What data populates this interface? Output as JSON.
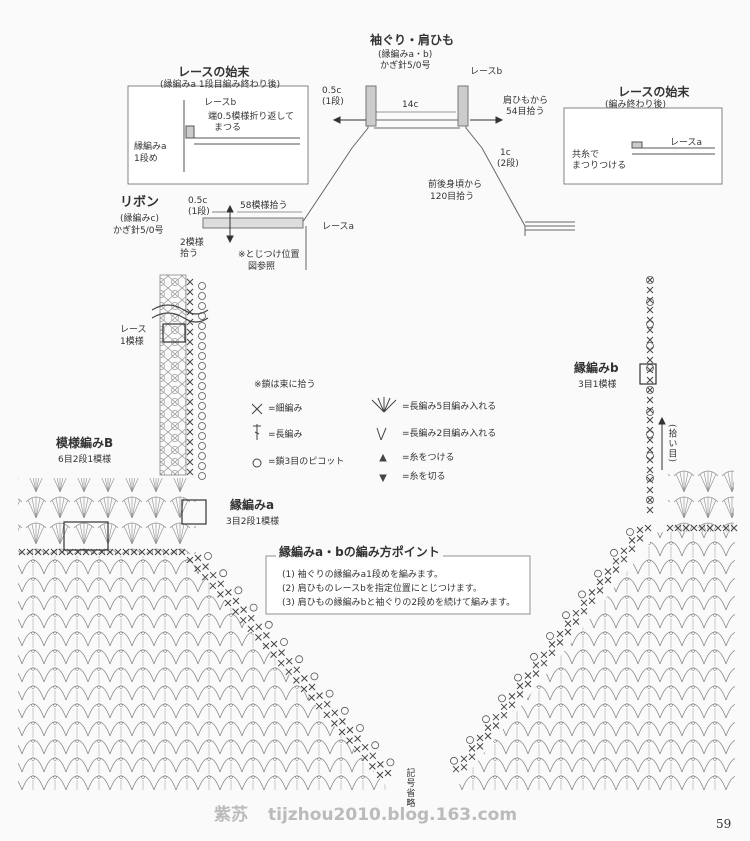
{
  "top": {
    "title": "袖ぐり・肩ひも",
    "sub1": "(縁編みa・b)",
    "sub2": "かぎ針5/0号",
    "lace_b": "レースb",
    "w_05": "0.5c",
    "w_1row": "(1段)",
    "width_14": "14c",
    "from_strap": "肩ひもから",
    "pick_54": "54目拾う",
    "c1": "1c",
    "c2row": "(2段)",
    "from_body": "前後身頃から",
    "pick_120": "120目拾う",
    "lace_a": "レースa"
  },
  "lace_end_left": {
    "title": "レースの始末",
    "sub": "(縁編みa 1段目編み終わり後)",
    "lace_b": "レースb",
    "fold1": "端0.5模様折り返して",
    "fold2": "まつる",
    "edge1": "縁編みa",
    "edge2": "1段め"
  },
  "lace_end_right": {
    "title": "レースの始末",
    "sub": "(編み終わり後)",
    "lace_a": "レースa",
    "sew1": "共糸で",
    "sew2": "まつりつける"
  },
  "ribbon": {
    "title": "リボン",
    "sub1": "(縁編みc)",
    "sub2": "かぎ針5/0号",
    "w_05": "0.5c",
    "w_1row": "(1段)",
    "pick_58": "58模様拾う",
    "pick2_1": "2模様",
    "pick2_2": "拾う",
    "attach1": "※とじつけ位置",
    "attach2": "図参照"
  },
  "legend": {
    "note": "※鎖は束に拾う",
    "sc": "=細編み",
    "dc": "=長編み",
    "picot": "=鎖3目のピコット",
    "dc5": "=長編み5目編み入れる",
    "dc2": "=長編み2目編み入れる",
    "join": "=糸をつける",
    "cut": "=糸を切る"
  },
  "chart": {
    "lace_label1": "レース",
    "lace_label2": "1模様",
    "pattern_b": "模様編みB",
    "pattern_b_sub": "6目2段1模様",
    "edge_a": "縁編みa",
    "edge_a_sub": "3目2段1模様",
    "edge_b": "縁編みb",
    "edge_b_sub": "3目1模様",
    "pick_side": "(拾い目)",
    "omit": "記号省略"
  },
  "points": {
    "title": "縁編みa・bの編み方ポイント",
    "p1": "(1) 袖ぐりの縁編みa1段めを編みます。",
    "p2": "(2) 肩ひものレースbを指定位置にとじつけます。",
    "p3": "(3) 肩ひもの縁編みbと袖ぐりの2段めを続けて編みます。"
  },
  "footer": {
    "wm_cn": "紫苏",
    "wm_url": "tijzhou2010.blog.163.com",
    "page": "59"
  }
}
